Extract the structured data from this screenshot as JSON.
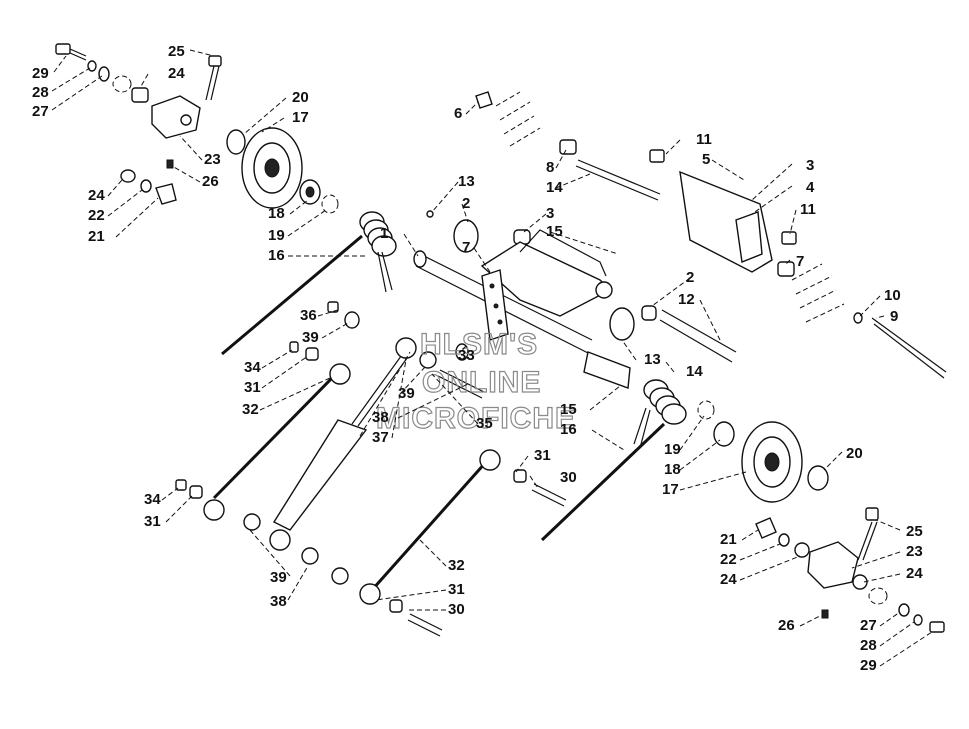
{
  "watermark": {
    "line1": "HLSM'S",
    "line2": "ONLINE",
    "line3": "MICROFICHE"
  },
  "callouts": [
    "25",
    "29",
    "28",
    "27",
    "24",
    "20",
    "17",
    "23",
    "26",
    "24",
    "22",
    "21",
    "18",
    "19",
    "16",
    "6",
    "11",
    "5",
    "3",
    "4",
    "11",
    "7",
    "8",
    "14",
    "13",
    "2",
    "3",
    "15",
    "1",
    "7",
    "2",
    "12",
    "10",
    "9",
    "36",
    "39",
    "34",
    "31",
    "32",
    "33",
    "13",
    "14",
    "39",
    "38",
    "37",
    "35",
    "15",
    "16",
    "19",
    "18",
    "17",
    "20",
    "31",
    "30",
    "34",
    "31",
    "39",
    "38",
    "32",
    "31",
    "30",
    "21",
    "22",
    "24",
    "25",
    "23",
    "24",
    "26",
    "27",
    "28",
    "29"
  ]
}
